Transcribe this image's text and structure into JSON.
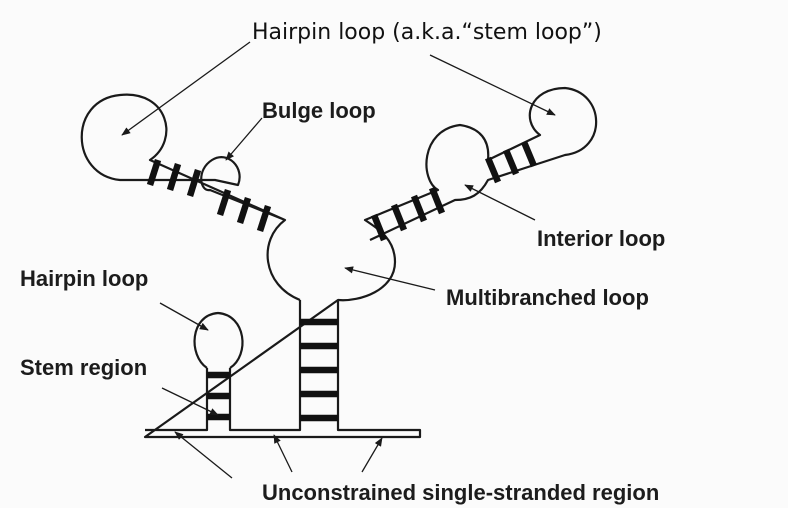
{
  "labels": {
    "hairpin_loop_top": "Hairpin loop (a.k.a.“stem loop”)",
    "bulge_loop": "Bulge loop",
    "interior_loop": "Interior loop",
    "hairpin_loop_left": "Hairpin loop",
    "multibranched_loop": "Multibranched loop",
    "stem_region": "Stem region",
    "unconstrained": "Unconstrained single-stranded region"
  }
}
